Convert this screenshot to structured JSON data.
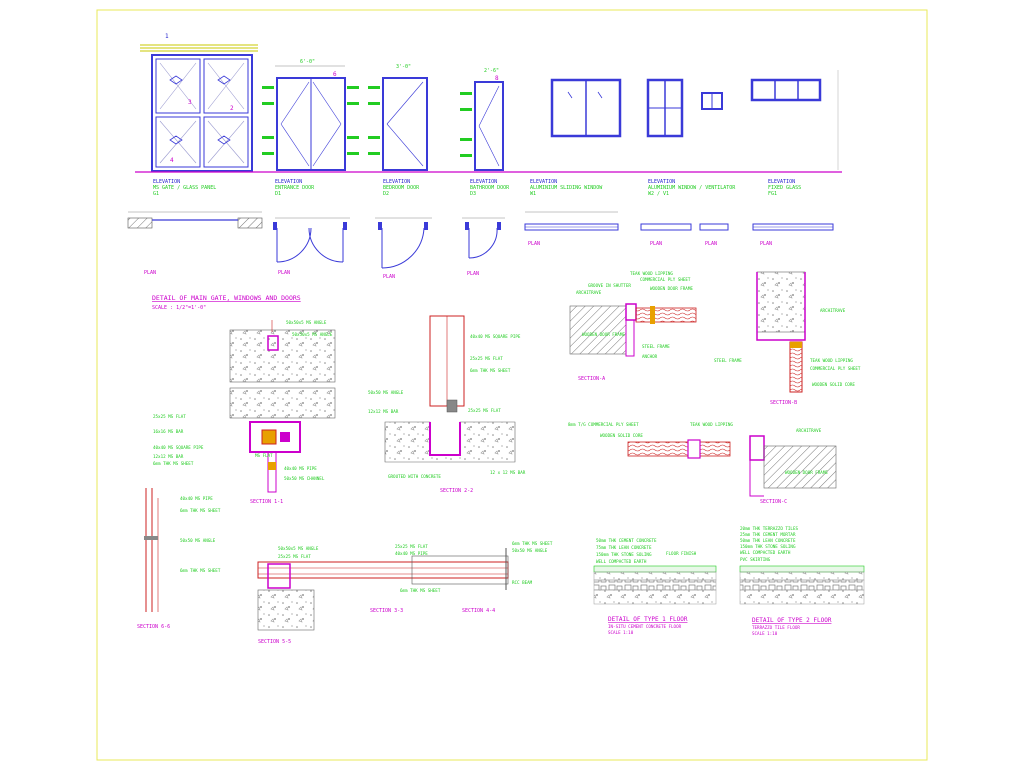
{
  "sheet": {
    "title": "DETAIL OF MAIN GATE, WINDOWS AND DOORS",
    "scale": "SCALE : 1/2\"=1'-0\""
  },
  "colors": {
    "border": "#e8e85a",
    "frame": "#3a3ad8",
    "magenta": "#cc00cc",
    "green": "#22cc22",
    "red": "#cc2222",
    "hatch": "#777777",
    "background": "#ffffff"
  },
  "elevations": [
    {
      "label": "ELEVATION",
      "sub": "MS GATE / GLASS PANEL",
      "code": "G1"
    },
    {
      "label": "ELEVATION",
      "sub": "ENTRANCE DOOR",
      "code": "D1"
    },
    {
      "label": "ELEVATION",
      "sub": "BEDROOM DOOR",
      "code": "D2"
    },
    {
      "label": "ELEVATION",
      "sub": "BATHROOM DOOR",
      "code": "D3"
    },
    {
      "label": "ELEVATION",
      "sub": "ALUMINIUM SLIDING WINDOW",
      "code": "W1"
    },
    {
      "label": "ELEVATION",
      "sub": "ALUMINIUM WINDOW / VENTILATOR",
      "code": "W2 / V1"
    },
    {
      "label": "ELEVATION",
      "sub": "FIXED GLASS",
      "code": "FG1"
    }
  ],
  "dimensions": {
    "d1_width": "6'-0\"",
    "d2_width": "3'-0\"",
    "d3_width": "2'-6\""
  },
  "plan_label": "PLAN",
  "sections": {
    "s11": "SECTION 1-1",
    "s22": "SECTION 2-2",
    "s33": "SECTION 3-3",
    "s44": "SECTION 4-4",
    "s55": "SECTION 5-5",
    "s66": "SECTION 6-6",
    "sa": "SECTION-A",
    "sb": "SECTION-B",
    "sc": "SECTION-C"
  },
  "callouts": {
    "c1": "50x50x5 MS ANGLE",
    "c2": "50x50x5 MS ANGLE",
    "c3": "25x25 MS FLAT",
    "c4": "16x16 MS BAR",
    "c5": "40x40 MS SQUARE PIPE",
    "c6": "12x12 MS BAR",
    "c7": "MS FLAT",
    "c8": "40x40 MS PIPE",
    "c9": "50x50 MS CHANNEL",
    "c10": "6mm THK MS SHEET",
    "c11": "50x50x5 MS ANGLE",
    "c12": "25x25 MS FLAT",
    "c13": "12 x 12 MS BAR",
    "c14": "GROUTED WITH CONCRETE",
    "c15": "TEAK WOOD LIPPING",
    "c16": "GROOVE IN SHUTTER",
    "c17": "COMMERCIAL PLY SHEET",
    "c18": "ARCHITRAVE",
    "c19": "WOODEN DOOR FRAME",
    "c20": "STEEL FRAME",
    "c21": "ANCHOR",
    "c22": "ARCHITRAVE",
    "c23": "STEEL FRAME",
    "c24": "WOODEN DOOR FRAME",
    "c25": "TEAK WOOD LIPPING",
    "c26": "COMMERCIAL PLY SHEET",
    "c27": "WOODEN SOLID CORE",
    "c28": "ARCHITRAVE",
    "c29": "WOODEN DOOR FRAME",
    "c30": "8mm T/G COMMERCIAL PLY SHEET",
    "c31": "WOODEN SOLID CORE",
    "c32": "TEAK WOOD LIPPING",
    "c33": "ARCHITRAVE",
    "c34": "40x40 MS SQUARE PIPE",
    "c35": "25x25 MS FLAT",
    "c36": "6mm THK MS SHEET",
    "c37": "50x50 MS ANGLE",
    "c38": "12x12 MS BAR",
    "c39": "25x25 MS FLAT",
    "c40": "40x40 MS PIPE",
    "c41": "6mm THK MS SHEET",
    "c42": "50x50 MS ANGLE",
    "c43": "RCC BEAM",
    "c44": "50mm THK CEMENT CONCRETE",
    "c45": "75mm THK LEAN CONCRETE",
    "c46": "150mm THK STONE SOLING",
    "c47": "WELL COMPACTED EARTH",
    "c48": "FLOOR FINISH",
    "c49": "20mm THK TERRAZZO TILES",
    "c50": "25mm THK CEMENT MORTAR",
    "c51": "50mm THK LEAN CONCRETE",
    "c52": "150mm THK STONE SOLING",
    "c53": "WELL COMPACTED EARTH",
    "c54": "PVC SKIRTING"
  },
  "floors": {
    "type1_title": "DETAIL OF TYPE 1 FLOOR",
    "type1_sub": "IN-SITU CEMENT CONCRETE FLOOR",
    "type1_scale": "SCALE 1:10",
    "type2_title": "DETAIL OF TYPE 2 FLOOR",
    "type2_sub": "TERRAZZO TILE FLOOR",
    "type2_scale": "SCALE 1:10"
  }
}
